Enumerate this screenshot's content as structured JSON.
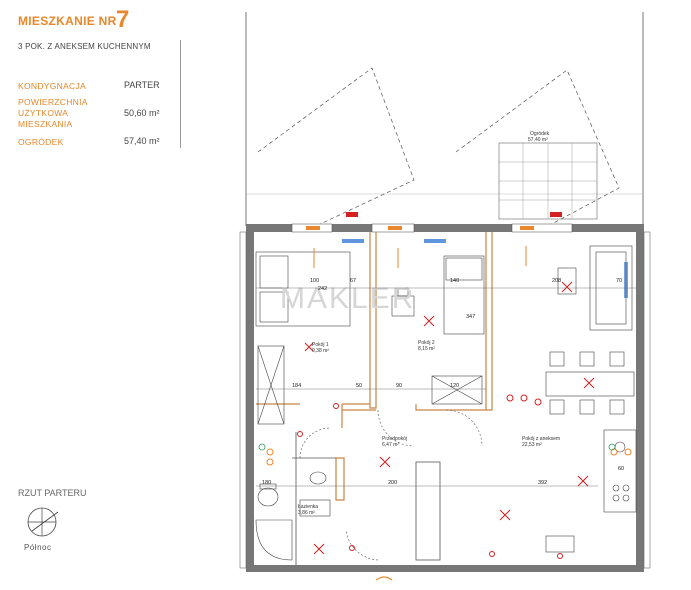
{
  "header": {
    "title": "MIESZKANIE NR",
    "number": "7",
    "subtitle": "3 POK. Z ANEKSEM KUCHENNYM"
  },
  "details": {
    "floor_label": "KONDYGNACJA",
    "floor_value": "PARTER",
    "area_label_1": "POWIERZCHNIA",
    "area_label_2": "UŻYTKOWA",
    "area_label_3": "MIESZKANIA",
    "area_value": "50,60 m²",
    "garden_label": "OGRÓDEK",
    "garden_value": "57,40 m²"
  },
  "plan_title": "RZUT PARTERU",
  "north_label": "Północ",
  "watermark": "MAKLER",
  "rooms": {
    "garden": "Ogródek",
    "garden_area": "57,40 m²",
    "room1": "Pokój 1",
    "room1_area": "9,38 m²",
    "room2": "Pokój 2",
    "room2_area": "8,15 m²",
    "hall": "Przedpokój",
    "hall_area": "6,47 m²",
    "living": "Pokój z aneksem",
    "living_area": "22,53 m²",
    "bath": "Łazienka",
    "bath_area": "3,86 m²"
  },
  "dimensions": {
    "d100": "100",
    "d67": "67",
    "d140": "140",
    "d347": "347",
    "d208": "208",
    "d70": "70",
    "d184": "184",
    "d50": "50",
    "d90": "90",
    "d120": "120",
    "d180": "180",
    "d200": "200",
    "d392": "392",
    "d60": "60",
    "d242": "242"
  },
  "colors": {
    "accent": "#e8872b",
    "wall": "#333333",
    "marker": "#d42020",
    "window": "#3a7bd5"
  }
}
